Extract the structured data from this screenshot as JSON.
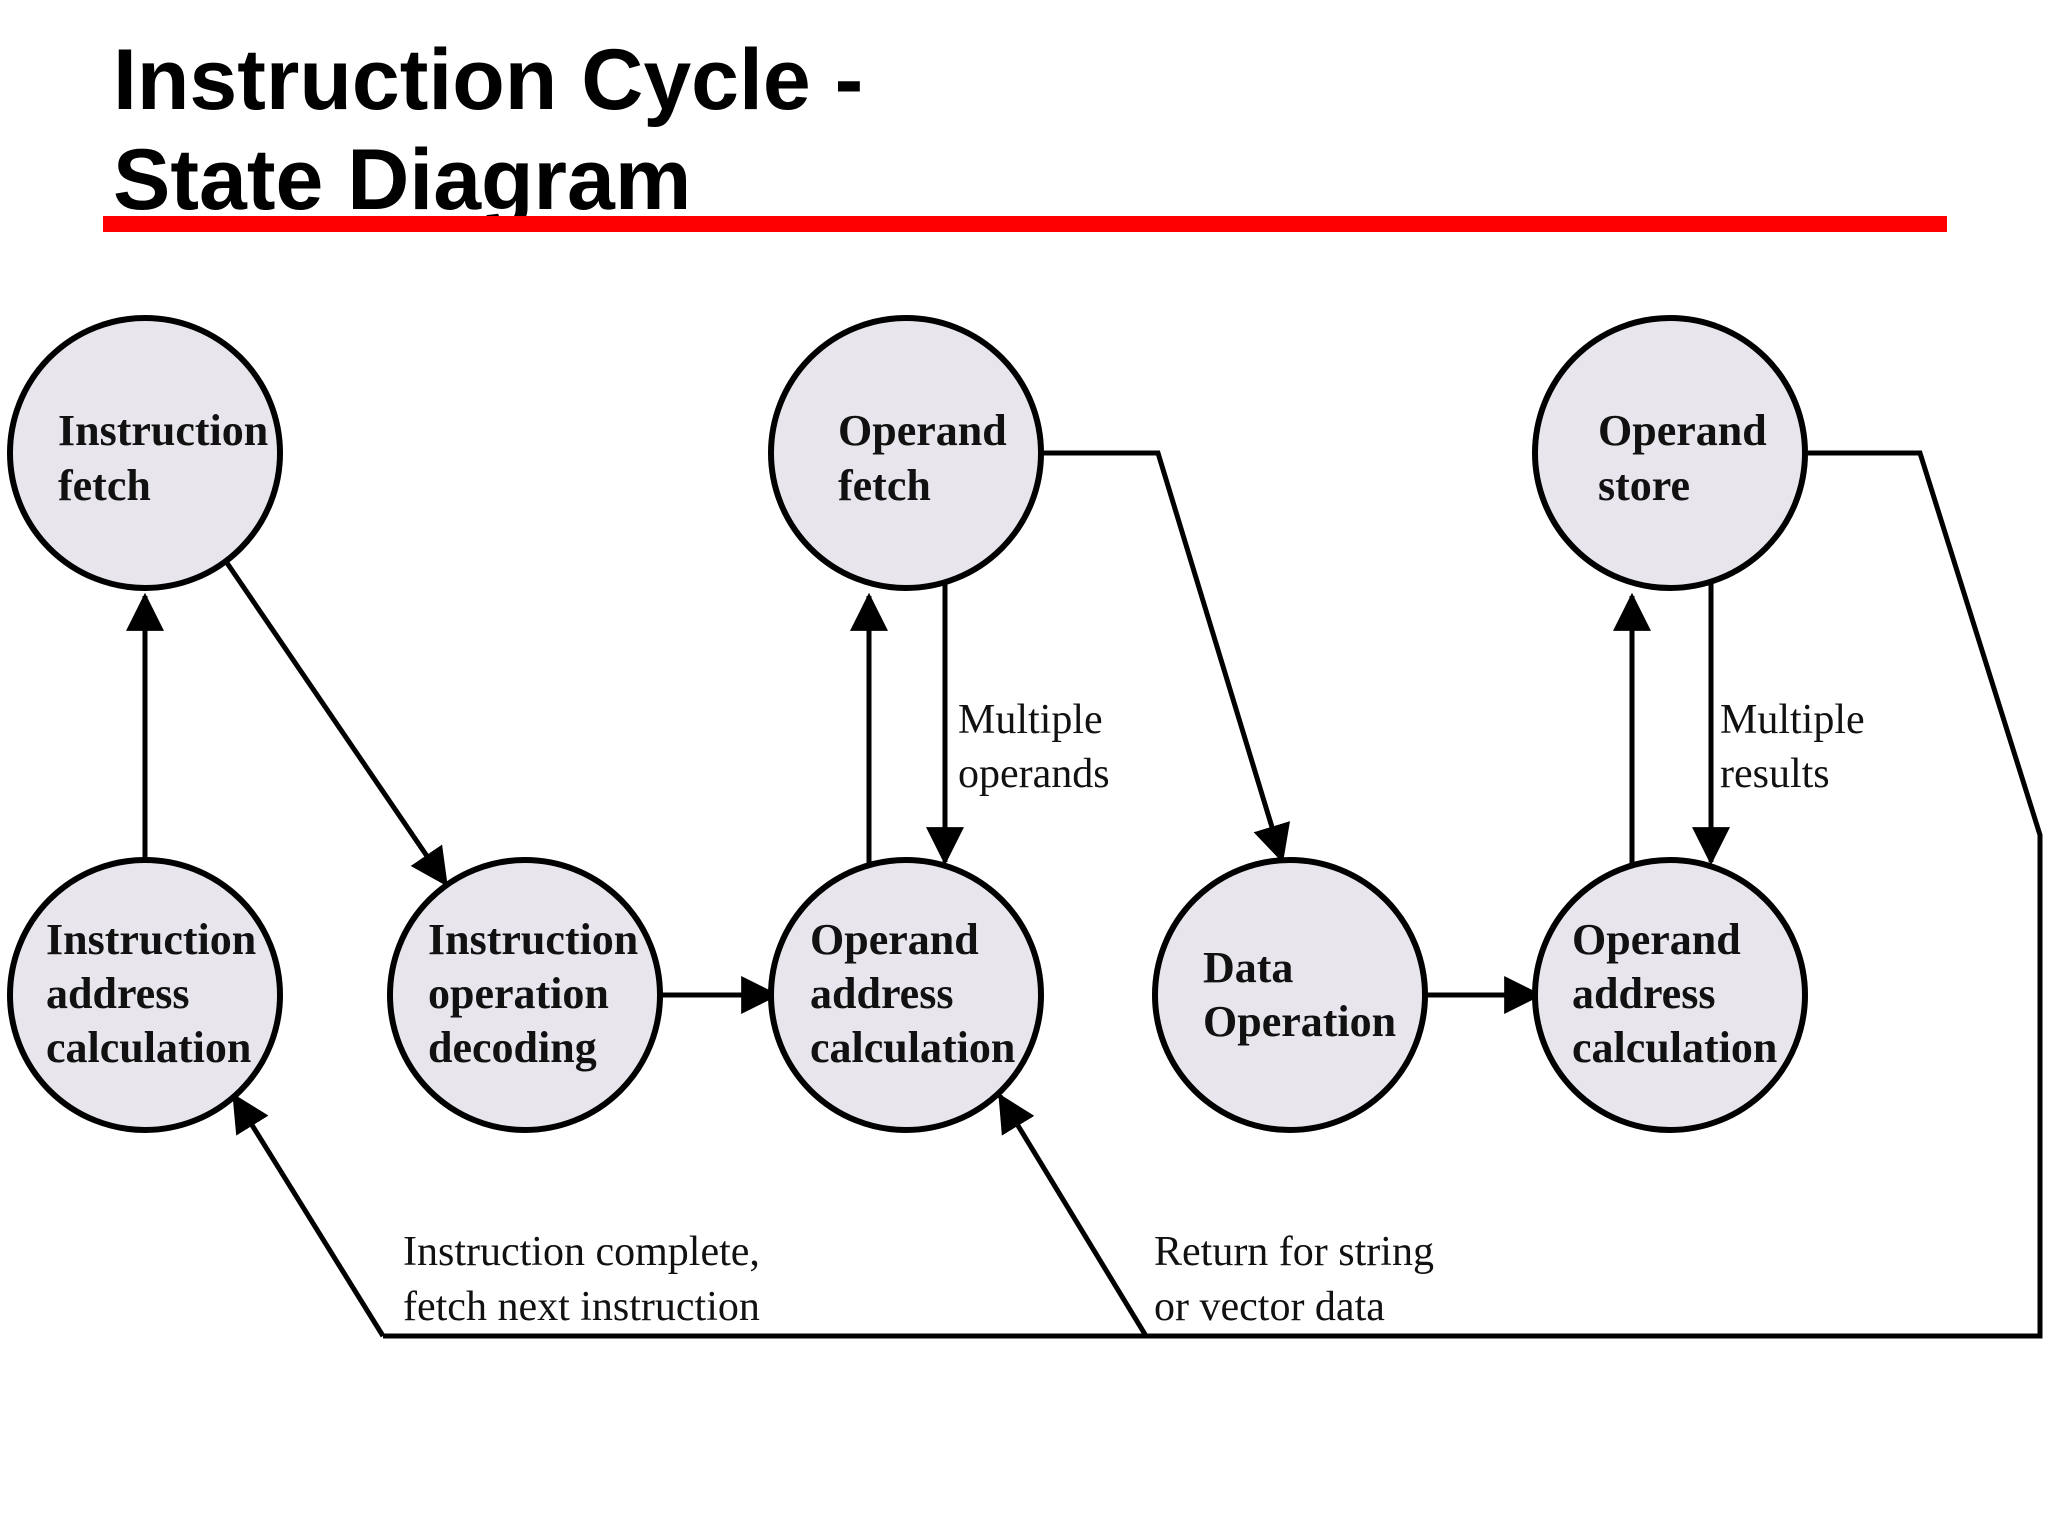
{
  "slide": {
    "title_line1": "Instruction Cycle -",
    "title_line2": "State Diagram",
    "accent_color": "#ff0000"
  },
  "diagram": {
    "node_fill": "#e8e6ec",
    "stroke_color": "#000000",
    "nodes": {
      "instruction_fetch": {
        "lines": [
          "Instruction",
          "fetch"
        ]
      },
      "instruction_address_calculation": {
        "lines": [
          "Instruction",
          "address",
          "calculation"
        ]
      },
      "instruction_operation_decoding": {
        "lines": [
          "Instruction",
          "operation",
          "decoding"
        ]
      },
      "operand_fetch": {
        "lines": [
          "Operand",
          "fetch"
        ]
      },
      "operand_address_calculation_1": {
        "lines": [
          "Operand",
          "address",
          "calculation"
        ]
      },
      "data_operation": {
        "lines": [
          "Data",
          "Operation"
        ]
      },
      "operand_store": {
        "lines": [
          "Operand",
          "store"
        ]
      },
      "operand_address_calculation_2": {
        "lines": [
          "Operand",
          "address",
          "calculation"
        ]
      }
    },
    "edge_labels": {
      "multiple_operands": [
        "Multiple",
        "operands"
      ],
      "multiple_results": [
        "Multiple",
        "results"
      ],
      "instruction_complete": [
        "Instruction complete,",
        "fetch next instruction"
      ],
      "return_for_string": [
        "Return for string",
        "or vector data"
      ]
    }
  }
}
